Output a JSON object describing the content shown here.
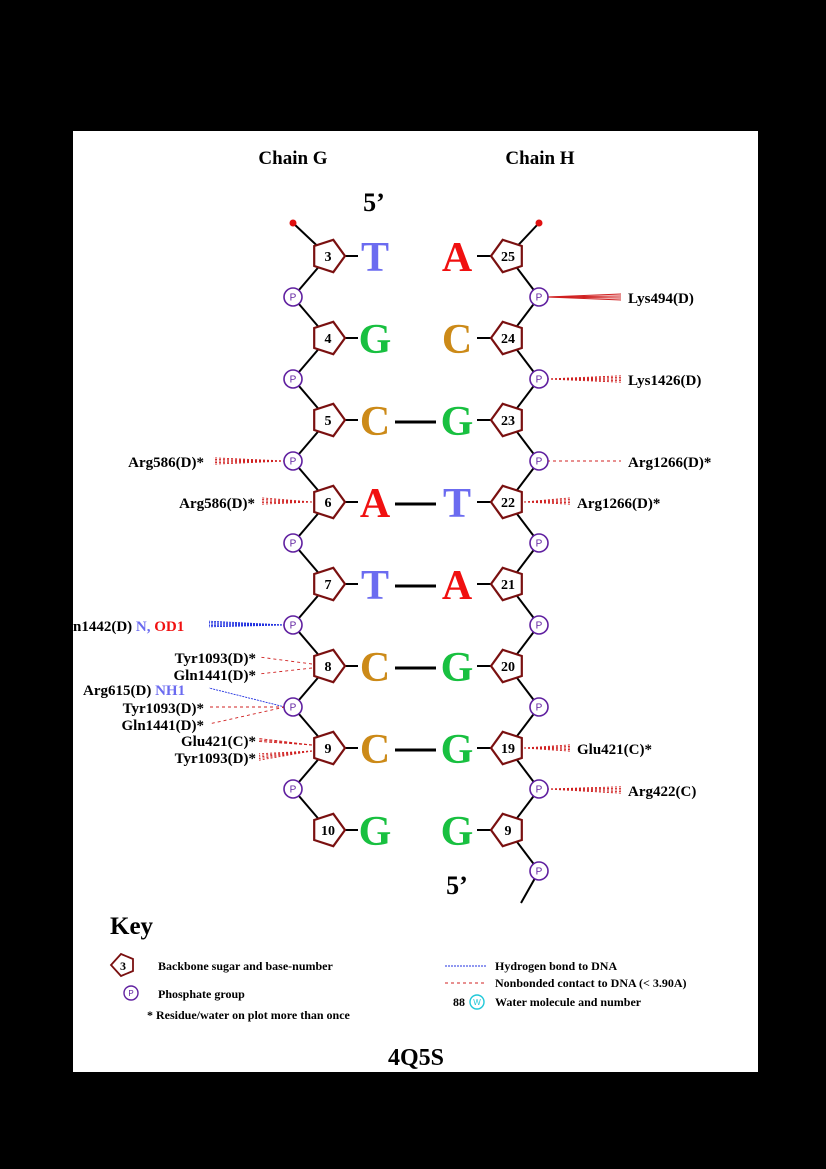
{
  "chains": {
    "left": "Chain G",
    "right": "Chain H"
  },
  "five_prime_left": "5’",
  "five_prime_right": "5’",
  "pdb_id": "4Q5S",
  "colors": {
    "T": "#6b6bf0",
    "A": "#f01010",
    "G": "#18c040",
    "C": "#cc8a18",
    "sugar": "#7a1010",
    "phosphate": "#6020a0",
    "hbond": "#2030e0",
    "contact": "#d02020"
  },
  "strand_g": [
    {
      "num": "3",
      "base": "T"
    },
    {
      "num": "4",
      "base": "G"
    },
    {
      "num": "5",
      "base": "C"
    },
    {
      "num": "6",
      "base": "A"
    },
    {
      "num": "7",
      "base": "T"
    },
    {
      "num": "8",
      "base": "C"
    },
    {
      "num": "9",
      "base": "C"
    },
    {
      "num": "10",
      "base": "G"
    }
  ],
  "strand_h": [
    {
      "num": "25",
      "base": "A"
    },
    {
      "num": "24",
      "base": "C"
    },
    {
      "num": "23",
      "base": "G"
    },
    {
      "num": "22",
      "base": "T"
    },
    {
      "num": "21",
      "base": "A"
    },
    {
      "num": "20",
      "base": "G"
    },
    {
      "num": "19",
      "base": "G"
    },
    {
      "num": "9",
      "base": "G"
    }
  ],
  "phosphate_label": "P",
  "interactions": {
    "lys494": "Lys494(D)",
    "lys1426": "Lys1426(D)",
    "arg586_p": "Arg586(D)*",
    "arg1266_p": "Arg1266(D)*",
    "arg586_s": "Arg586(D)*",
    "arg1266_s": "Arg1266(D)*",
    "asn1442": "n1442(D)",
    "asn1442_n": "N,",
    "asn1442_od1": "OD1",
    "tyr1093_8": "Tyr1093(D)*",
    "gln1441_8": "Gln1441(D)*",
    "arg615": "Arg615(D)",
    "arg615_nh1": "NH1",
    "tyr1093_p": "Tyr1093(D)*",
    "gln1441_p": "Gln1441(D)*",
    "glu421_9": "Glu421(C)*",
    "tyr1093_9": "Tyr1093(D)*",
    "glu421_19": "Glu421(C)*",
    "arg422": "Arg422(C)"
  },
  "key": {
    "title": "Key",
    "sugar_num": "3",
    "sugar_text": "Backbone sugar and base-number",
    "phosphate_text": "Phosphate group",
    "star_text": "* Residue/water on plot more than once",
    "hbond_text": "Hydrogen bond to DNA",
    "contact_text": "Nonbonded contact to DNA (< 3.90A)",
    "water_num": "88",
    "water_label": "W",
    "water_text": "Water molecule and number"
  }
}
